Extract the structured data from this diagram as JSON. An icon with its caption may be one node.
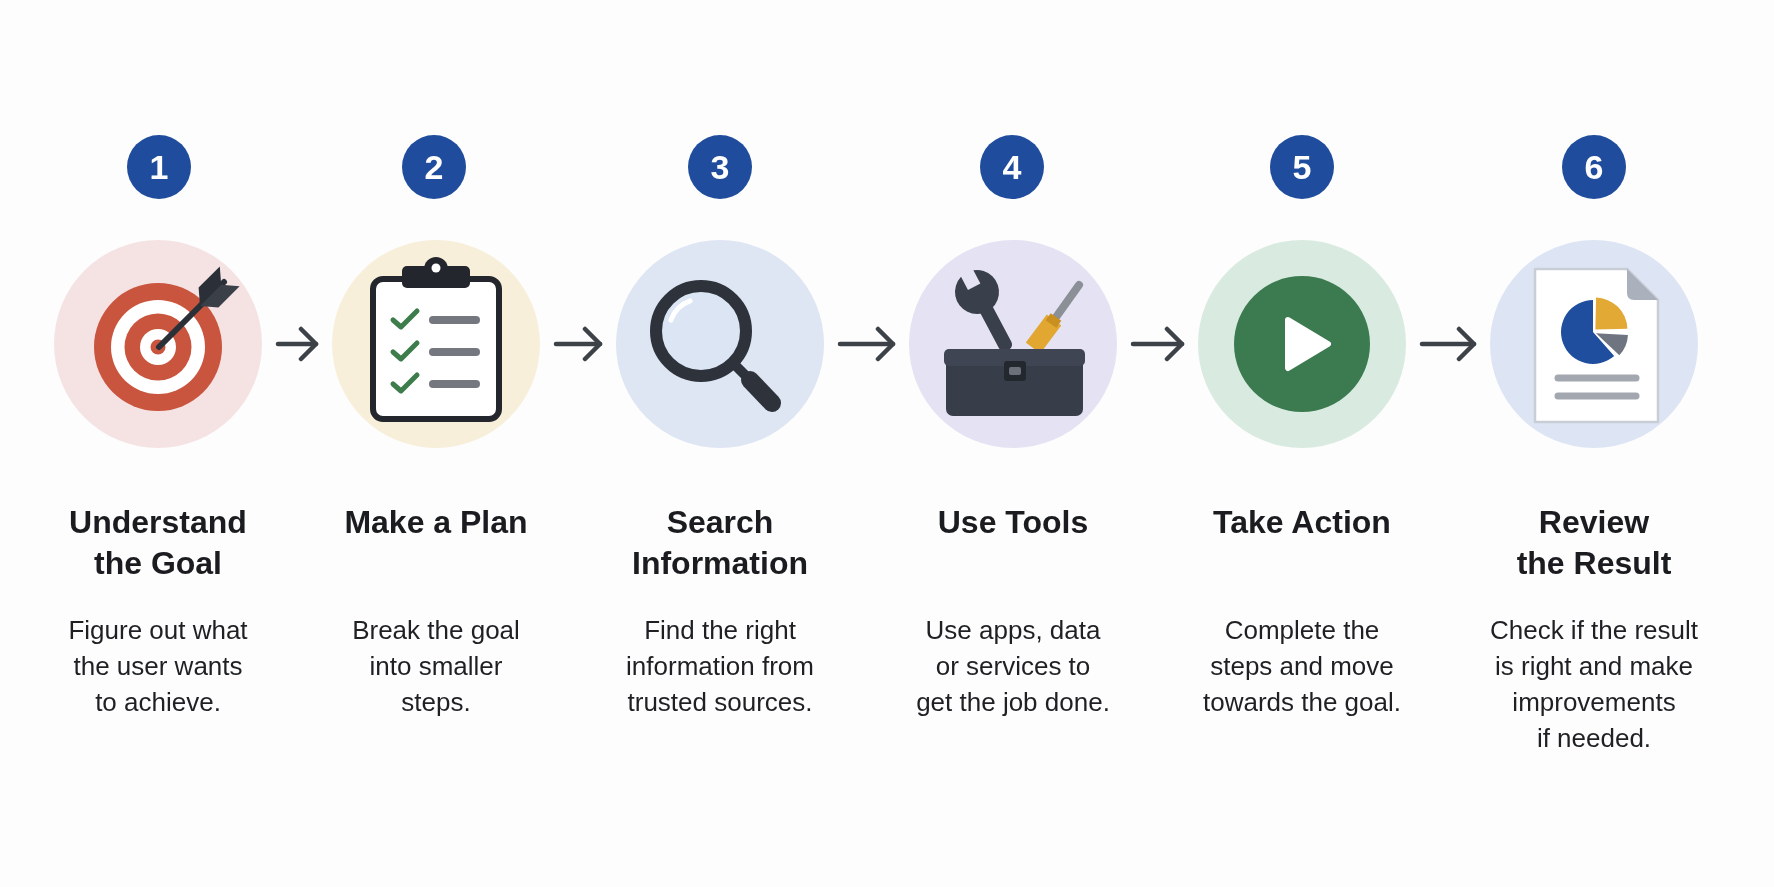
{
  "diagram": {
    "nodes": [
      {
        "text": [
          "1"
        ]
      },
      {
        "text": [],
        "shape": "circle",
        "beside": [
          "Understand the Goal",
          "Figure out what the user wants to achieve."
        ]
      },
      {
        "text": [
          "2"
        ]
      },
      {
        "text": [],
        "shape": "circle",
        "beside": [
          "Make a Plan",
          "Break the goal into smaller steps."
        ]
      },
      {
        "text": [
          "3"
        ]
      },
      {
        "text": [],
        "shape": "circle",
        "beside": [
          "Search Information",
          "Find the right information from trusted sources."
        ]
      },
      {
        "text": [
          "4"
        ]
      },
      {
        "text": [],
        "shape": "circle",
        "beside": [
          "Use Tools",
          "Use apps, data or services to get the job done."
        ]
      },
      {
        "text": [
          "5"
        ]
      },
      {
        "text": [],
        "shape": "circle",
        "beside": [
          "Take Action",
          "Complete the steps and move towards the goal."
        ]
      },
      {
        "text": [
          "6"
        ]
      },
      {
        "text": [],
        "shape": "circle",
        "beside": [
          "Review the Result",
          "Check if the result is right and make improvements if needed."
        ]
      }
    ],
    "edges": [
      {
        "from": 1,
        "to": 3,
        "arrow": "to"
      },
      {
        "from": 3,
        "to": 5,
        "arrow": "to"
      },
      {
        "from": 5,
        "to": 7,
        "arrow": "to"
      },
      {
        "from": 7,
        "to": 9,
        "arrow": "to"
      },
      {
        "from": 9,
        "to": 11,
        "arrow": "to"
      }
    ]
  }
}
